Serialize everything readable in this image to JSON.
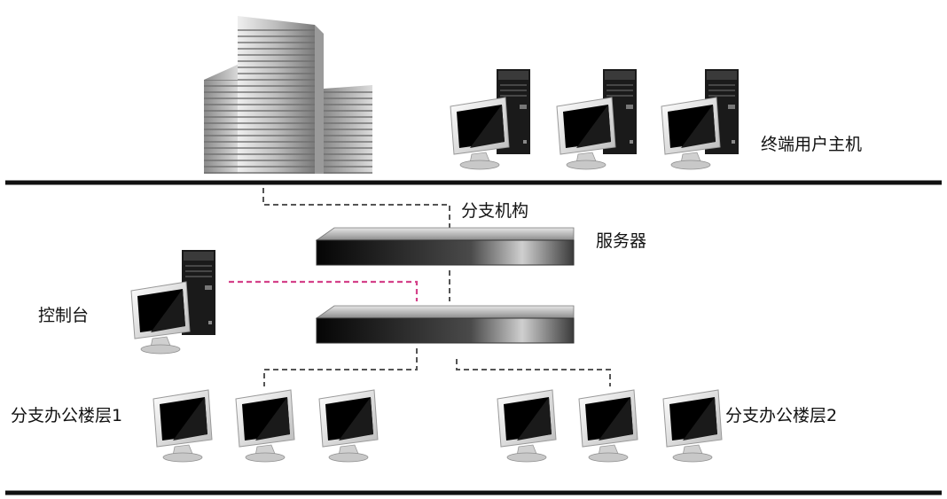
{
  "labels": {
    "terminal_hosts": "终端用户主机",
    "branch": "分支机构",
    "server": "服务器",
    "console": "控制台",
    "floor1": "分支办公楼层1",
    "floor2": "分支办公楼层2"
  },
  "colors": {
    "line": "#111111",
    "dashed_link": "#555555",
    "console_link": "#d4428a",
    "screen": "#000000",
    "frame": "#d9d9d9",
    "tower": "#1a1a1a",
    "server_body": "#161616"
  },
  "icons": {
    "building": "office-building-icon",
    "workstation": "desktop-workstation-icon",
    "monitor": "monitor-icon",
    "server": "rack-server-icon",
    "switch": "rack-switch-icon"
  }
}
